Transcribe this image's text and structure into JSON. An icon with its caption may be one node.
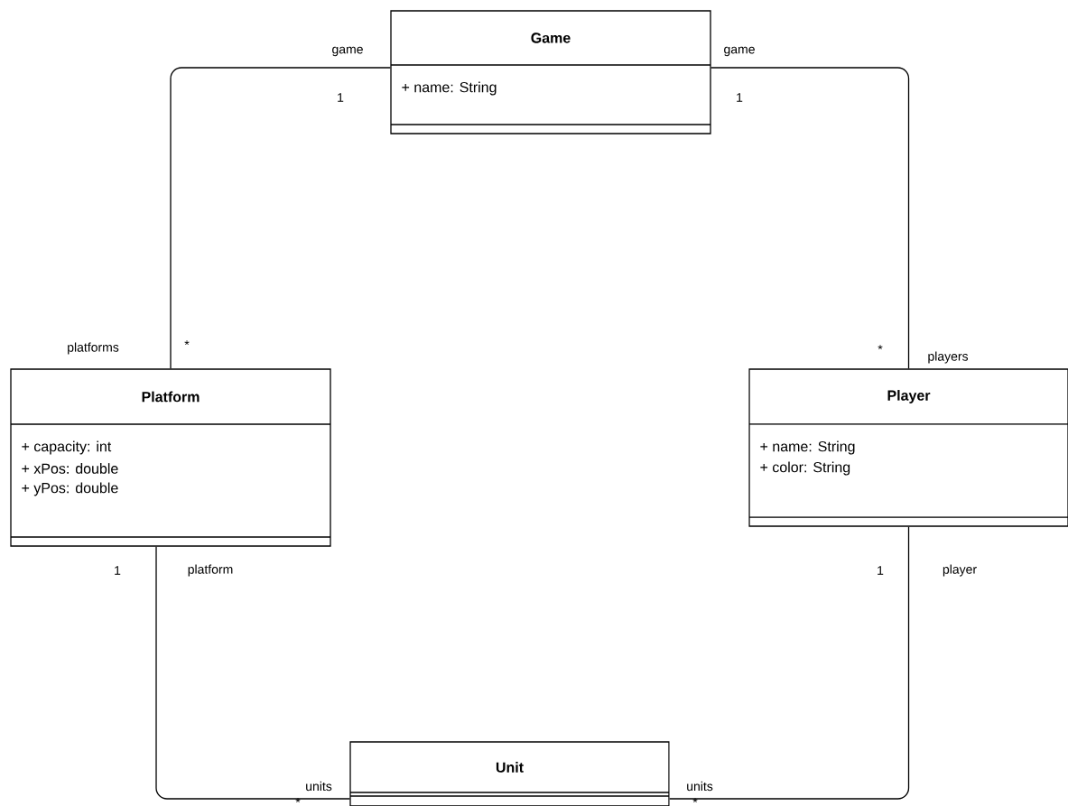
{
  "diagram": {
    "nodes": [
      {
        "text": [
          "Game",
          "+ name: String"
        ]
      },
      {
        "text": [
          "Platform",
          "+ capacity: int",
          "+ xPos: double",
          "+ yPos: double"
        ]
      },
      {
        "text": [
          "Player",
          "+ name: String",
          "+ color: String"
        ]
      },
      {
        "text": [
          "Unit"
        ]
      }
    ],
    "edges": [
      {
        "from": 0,
        "to": 1,
        "arrow": "none"
      },
      {
        "from": 0,
        "to": 2,
        "arrow": "none"
      },
      {
        "from": 1,
        "to": 3,
        "arrow": "none"
      },
      {
        "from": 2,
        "to": 3,
        "arrow": "none"
      }
    ],
    "labels": [
      "game",
      "game",
      "1",
      "1",
      "platforms",
      "*",
      "*",
      "players",
      "1",
      "platform",
      "1",
      "player",
      "units",
      "units",
      "*",
      "*"
    ]
  }
}
